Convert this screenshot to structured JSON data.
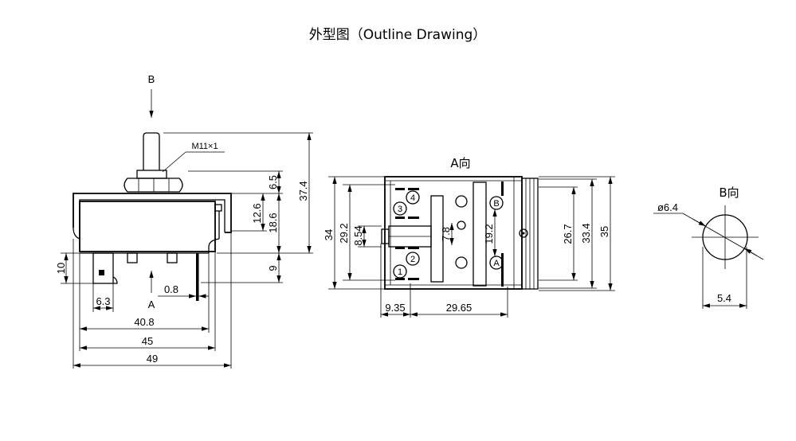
{
  "title": "外型图（Outline Drawing）",
  "side_view": {
    "view_b_arrow_label": "B",
    "thread_label": "M11×1",
    "view_a_arrow_label": "A",
    "dims": {
      "nut_height": "6.5",
      "overall_height": "37.4",
      "bracket_height": "12.6",
      "body_height": "18.6",
      "terminal_protrusion": "9",
      "terminal_length": "10",
      "terminal_width": "6.3",
      "plate_thickness": "0.8",
      "body_width": "40.8",
      "bracket_inner_width": "45",
      "bracket_outer_width": "49"
    }
  },
  "view_a": {
    "label": "A向",
    "terminal_numbers": [
      "1",
      "2",
      "3",
      "4"
    ],
    "position_marks": [
      "A",
      "B"
    ],
    "dims": {
      "housing_height": "34",
      "terminal_span": "29.2",
      "shaft_width": "8.54",
      "slider_width": "7.8",
      "mark_spacing": "19.2",
      "flange_inner": "26.7",
      "flange_mid": "33.4",
      "flange_outer": "35",
      "shaft_offset": "9.35",
      "flange_distance": "29.65"
    }
  },
  "view_b": {
    "label": "B向",
    "shaft_diameter": "ø6.4",
    "flat_width": "5.4"
  }
}
